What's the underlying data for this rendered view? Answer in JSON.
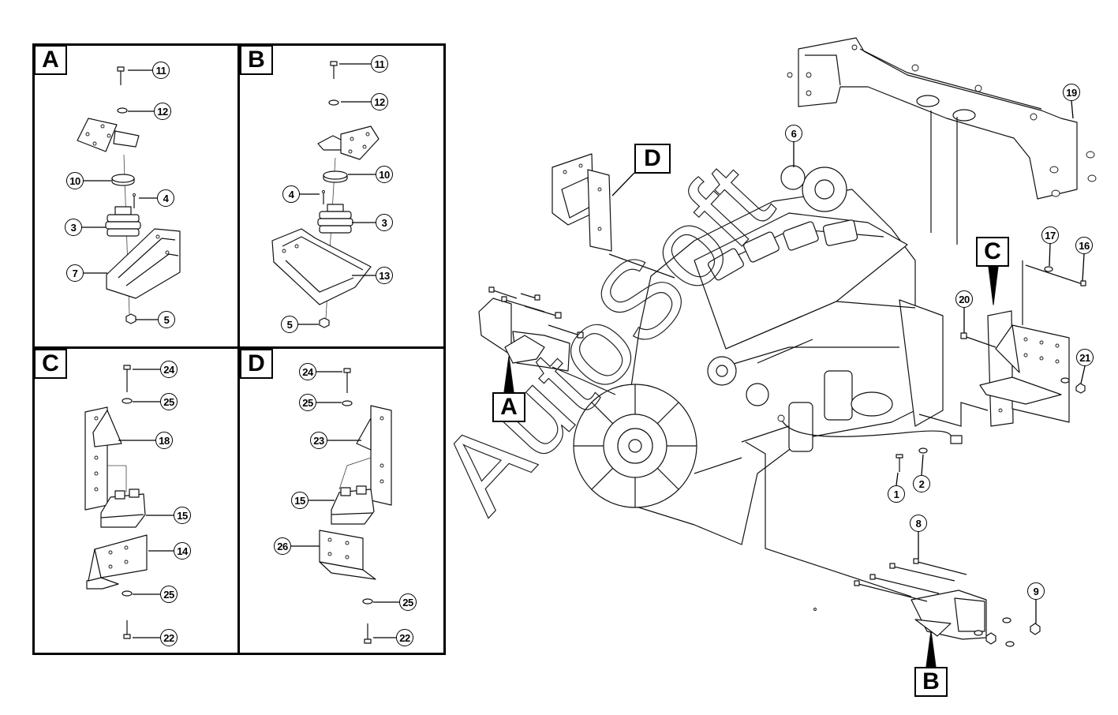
{
  "panels": [
    {
      "letter": "A",
      "callouts": [
        "11",
        "12",
        "10",
        "4",
        "3",
        "7",
        "5"
      ]
    },
    {
      "letter": "B",
      "callouts": [
        "11",
        "12",
        "10",
        "4",
        "3",
        "13",
        "5"
      ]
    },
    {
      "letter": "C",
      "callouts": [
        "24",
        "25",
        "18",
        "15",
        "14",
        "25",
        "22"
      ]
    },
    {
      "letter": "D",
      "callouts": [
        "24",
        "25",
        "23",
        "15",
        "26",
        "25",
        "22"
      ]
    }
  ],
  "main": {
    "letters": [
      "D",
      "A",
      "C",
      "B"
    ],
    "callouts": [
      "6",
      "19",
      "17",
      "16",
      "20",
      "21",
      "1",
      "2",
      "8",
      "9"
    ]
  },
  "watermark": "AutoSoft"
}
